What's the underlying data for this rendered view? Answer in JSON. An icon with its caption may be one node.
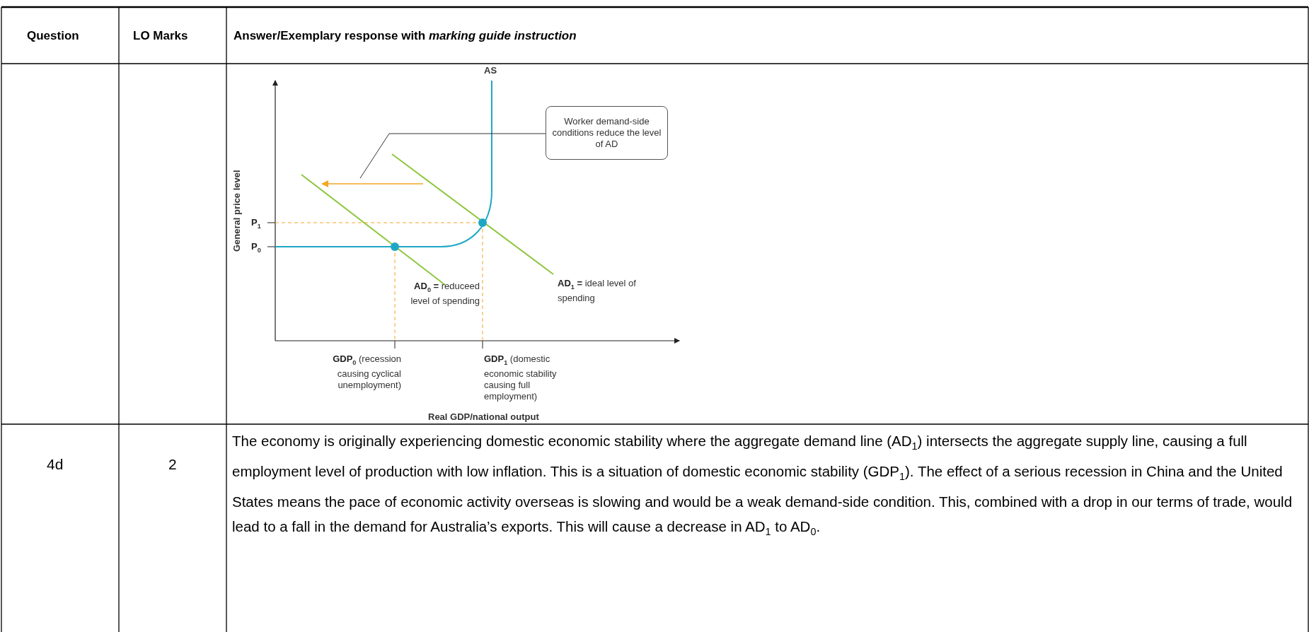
{
  "diagram": {
    "nodes": [
      {
        "text": [
          "Worker demand-side conditions reduce the level of AD"
        ]
      },
      {
        "text": [],
        "shape": "arrow"
      }
    ],
    "edges": [
      {
        "from": 0,
        "to": 1,
        "arrow": "none"
      }
    ],
    "labels": [
      "Question",
      "LO Marks",
      "Answer/Exemplary response with *marking guide instruction*",
      "AS",
      "General price level",
      "**P**$_{1}$",
      "**P**$_{0}$",
      "**AD**$_{0}$ **=** reduceed level of spending",
      "**AD**$_{1}$ **=** ideal level of spending",
      "**GDP**$_{0}$ (recession causing cyclical unemployment)",
      "**GDP**$_{1}$ (domestic economic stability causing full employment)",
      "Real GDP/national output",
      "4d",
      "2",
      "The economy is originally experiencing domestic economic stability where the aggregate demand line (AD$_{1}$) intersects the aggregate supply line, causing a full employment level of production with low inflation. This is a situation of domestic economic stability (GDP$_{1}$). The effect of a serious recession in China and the United States means the pace of economic activity overseas is slowing and would be a weak demand-side condition. This, combined with a drop in our terms of trade, would lead to a fall in the demand for Australia’s exports. This will cause a decrease in AD$_{1}$ to AD$_{0}$."
    ]
  }
}
